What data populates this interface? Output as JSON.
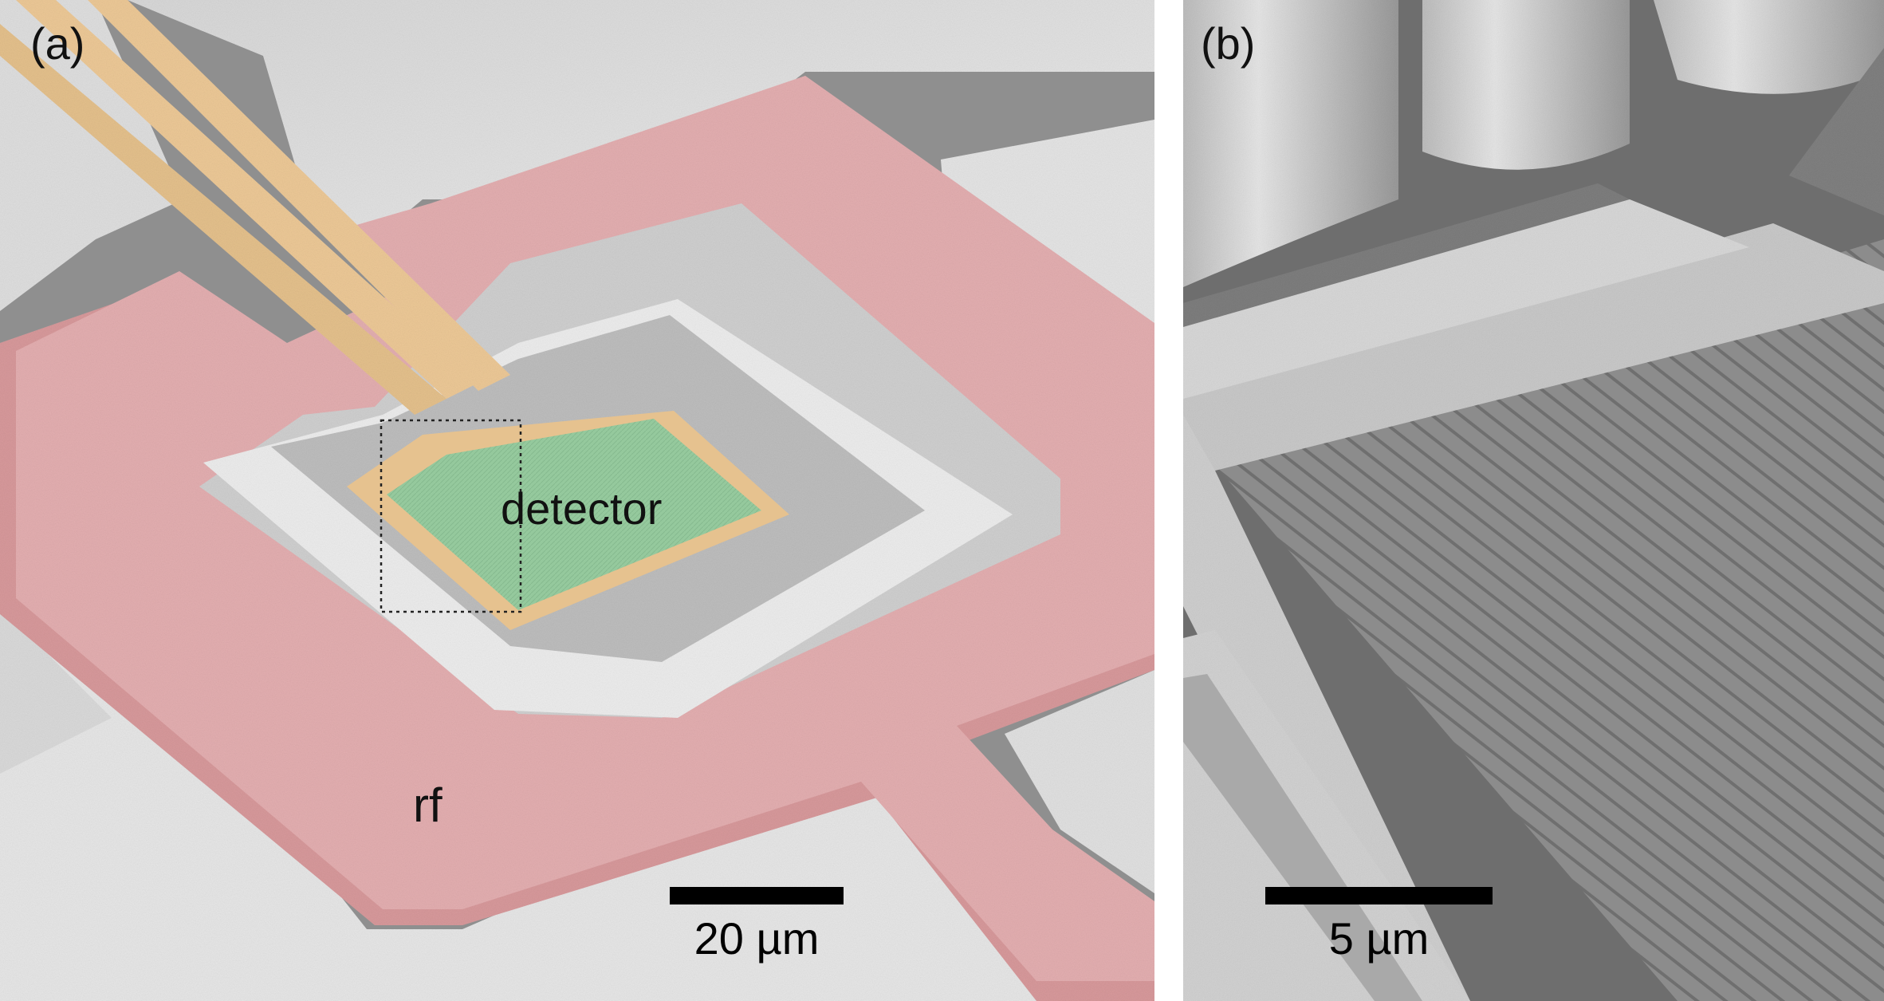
{
  "panels": {
    "a": {
      "label": "(a)",
      "detector_label": "detector",
      "rf_label": "rf",
      "scale_label": "20 µm",
      "region_colors": {
        "rf": "#e0a9ab",
        "wires": "#e8c99a",
        "detector": "#95c99d",
        "background": "#e2e2e2"
      }
    },
    "b": {
      "label": "(b)",
      "scale_label": "5 µm"
    }
  }
}
